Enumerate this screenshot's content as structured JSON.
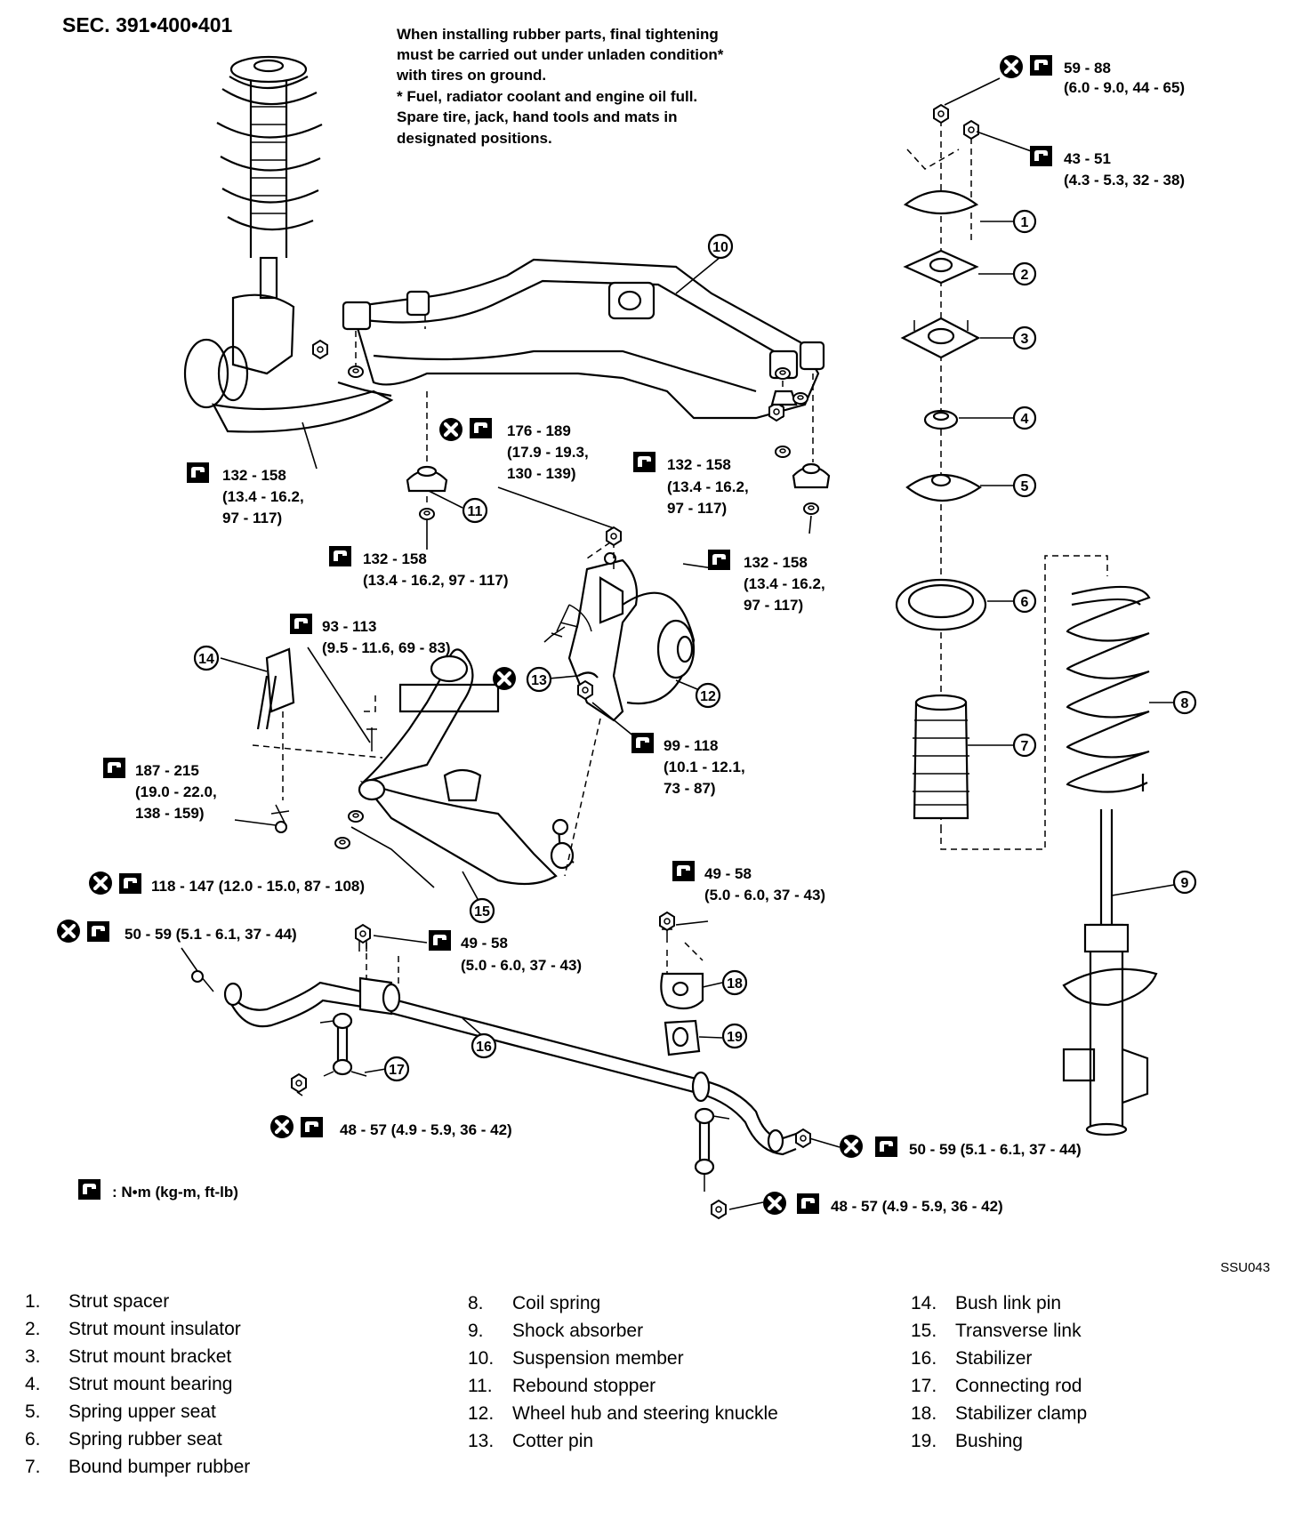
{
  "section": "SEC. 391•400•401",
  "note": [
    "When installing rubber parts, final tightening",
    "must be carried out under unladen condition*",
    "with tires on ground.",
    "*  Fuel, radiator coolant and engine oil full.",
    "   Spare tire, jack, hand tools and mats in",
    "   designated positions."
  ],
  "figure_code": "SSU043",
  "torque_legend": ": N•m  (kg-m,  ft-lb)",
  "icons": {
    "torque": "torque-wrench-icon",
    "replace": "do-not-reuse-icon"
  },
  "torques": {
    "t1": [
      "59 - 88",
      "(6.0 - 9.0, 44 - 65)"
    ],
    "t2": [
      "43 - 51",
      "(4.3 - 5.3, 32 - 38)"
    ],
    "t3": [
      "176 - 189",
      "(17.9 - 19.3,",
      "130 - 139)"
    ],
    "t4": [
      "132 - 158",
      "(13.4 - 16.2,",
      "97 - 117)"
    ],
    "t5": [
      "132 - 158",
      "(13.4 - 16.2,",
      "97 - 117)"
    ],
    "t6": [
      "132 - 158",
      "(13.4 - 16.2, 97 - 117)"
    ],
    "t7": [
      "132 - 158",
      "(13.4 - 16.2,",
      "97 - 117)"
    ],
    "t8": [
      "93 - 113",
      "(9.5 - 11.6, 69 - 83)"
    ],
    "t9": [
      "99 - 118",
      "(10.1 - 12.1,",
      "73 - 87)"
    ],
    "t10": [
      "187 - 215",
      "(19.0 - 22.0,",
      "138 - 159)"
    ],
    "t11": [
      "118 - 147 (12.0 - 15.0, 87 - 108)"
    ],
    "t12": [
      "49 - 58",
      "(5.0 - 6.0, 37 - 43)"
    ],
    "t13": [
      "50 - 59 (5.1 - 6.1, 37 - 44)"
    ],
    "t14": [
      "49 - 58",
      "(5.0 - 6.0, 37 - 43)"
    ],
    "t15": [
      "48 - 57 (4.9 - 5.9, 36 - 42)"
    ],
    "t16": [
      "50 - 59 (5.1 - 6.1, 37 - 44)"
    ],
    "t17": [
      "48 - 57 (4.9 - 5.9, 36 - 42)"
    ]
  },
  "callouts": [
    "1",
    "2",
    "3",
    "4",
    "5",
    "6",
    "7",
    "8",
    "9",
    "10",
    "11",
    "12",
    "13",
    "14",
    "15",
    "16",
    "17",
    "18",
    "19"
  ],
  "parts": [
    {
      "num": "1.",
      "name": "Strut spacer"
    },
    {
      "num": "2.",
      "name": "Strut mount insulator"
    },
    {
      "num": "3.",
      "name": "Strut mount bracket"
    },
    {
      "num": "4.",
      "name": "Strut mount bearing"
    },
    {
      "num": "5.",
      "name": "Spring upper seat"
    },
    {
      "num": "6.",
      "name": "Spring rubber seat"
    },
    {
      "num": "7.",
      "name": "Bound bumper rubber"
    },
    {
      "num": "8.",
      "name": "Coil spring"
    },
    {
      "num": "9.",
      "name": "Shock absorber"
    },
    {
      "num": "10.",
      "name": "Suspension member"
    },
    {
      "num": "11.",
      "name": "Rebound stopper"
    },
    {
      "num": "12.",
      "name": "Wheel hub and steering knuckle"
    },
    {
      "num": "13.",
      "name": "Cotter pin"
    },
    {
      "num": "14.",
      "name": "Bush link pin"
    },
    {
      "num": "15.",
      "name": "Transverse link"
    },
    {
      "num": "16.",
      "name": "Stabilizer"
    },
    {
      "num": "17.",
      "name": "Connecting rod"
    },
    {
      "num": "18.",
      "name": "Stabilizer clamp"
    },
    {
      "num": "19.",
      "name": "Bushing"
    }
  ]
}
